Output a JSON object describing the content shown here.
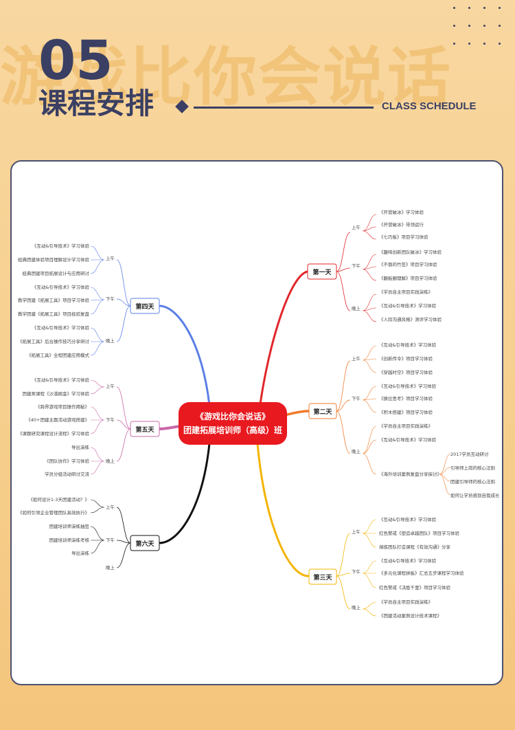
{
  "header": {
    "watermark": "游戏比你会说话",
    "number": "05",
    "title": "课程安排",
    "subtitle_en": "CLASS SCHEDULE"
  },
  "colors": {
    "navy": "#3a3f63",
    "day1": "#e1262a",
    "day2": "#f07a2a",
    "day3": "#f4b400",
    "day4": "#5b7fe6",
    "day5": "#c968a8",
    "day6": "#111111",
    "center": "#e8191f"
  },
  "center": {
    "line1": "《游戏比你会说话》",
    "line2": "团建拓展培训师（高级）班"
  },
  "periods": {
    "am": "上午",
    "pm": "下午",
    "eve": "晚上"
  },
  "days": {
    "d1": {
      "label": "第一天",
      "am": [
        "《开营破冰》学习体验",
        "《开营破冰》带领运行",
        "《七巧板》项目学习体验"
      ],
      "pm": [
        "《趣味创新团队破冰》学习体验",
        "《不倒的竹签》项目学习体验",
        "《翻板圈理解》项目学习体验"
      ],
      "eve": [
        "《学员自主项目实践演练》",
        "《互动&引导技术》学习体验",
        "《人际沟通风格》测评学习体验"
      ]
    },
    "d2": {
      "label": "第二天",
      "am": [
        "《互动&引导技术》学习体验",
        "《创新传令》项目学习体验",
        "《穿越时空》项目学习体验"
      ],
      "pm": [
        "《互动&引导技术》学习体验",
        "《换位思考》项目学习体验",
        "《积木搭建》项目学习体验"
      ],
      "eve": [
        "《学员自主项目实践演练》",
        "《互动&引导技术》学习体验"
      ],
      "extra": "《海外培训案例复盘分享探讨》",
      "extra_items": [
        "2017学员互动研讨",
        "引导师上岗的核心法则",
        "团建引导师的核心法则",
        "如何让学员感到自我成长"
      ]
    },
    "d3": {
      "label": "第三天",
      "am": [
        "《互动&引导技术》学习体验",
        "红色警戒《塑造卓越团队》项目学习体验",
        "熔炼团队打造课程《有效沟通》分享"
      ],
      "pm": [
        "《互动&引导技术》学习体验",
        "《多元化课程拼板》汇总五步课程学习体验",
        "红色警戒《决胜千里》项目学习体验"
      ],
      "eve": [
        "《学员自主项目实践演练》",
        "《团建活动案例设计技术课程》"
      ]
    },
    "d4": {
      "label": "第四天",
      "am": [
        "《互动&引导技术》学习体验",
        "经典团建体验项目理解设计学习体验",
        "经典团建项目拓展设计与应用研讨"
      ],
      "pm": [
        "《互动&引导技术》学习体验",
        "教学团建《拓展工具》项目学习体验",
        "教学团建《拓展工具》项目经验复盘"
      ],
      "eve": [
        "《互动&引导技术》学习体验",
        "《拓展工具》后台操作技巧分享研讨",
        "《拓展工具》全程团建应用模式"
      ]
    },
    "d5": {
      "label": "第五天",
      "am": [
        "《互动&引导技术》学习体验",
        "团建类课程《沙漠掘金》学习体验"
      ],
      "pm": [
        "《跨界游戏项目操作揭秘》",
        "《40+团建主题活动游戏搭建》",
        "《课题研究课程设计流程》学习体验"
      ],
      "eve": [
        "导出演练",
        "《团队协作》学习体验",
        "学员分组活动研讨交流"
      ]
    },
    "d6": {
      "label": "第六天",
      "am": [
        "《如何设计1-3天团建活动？》",
        "《如何引领企业管理团队高效执行》"
      ],
      "pm": [
        "团建培训师演练抽签",
        "团建培训师演练考核",
        "导出演练"
      ],
      "eve": []
    }
  }
}
